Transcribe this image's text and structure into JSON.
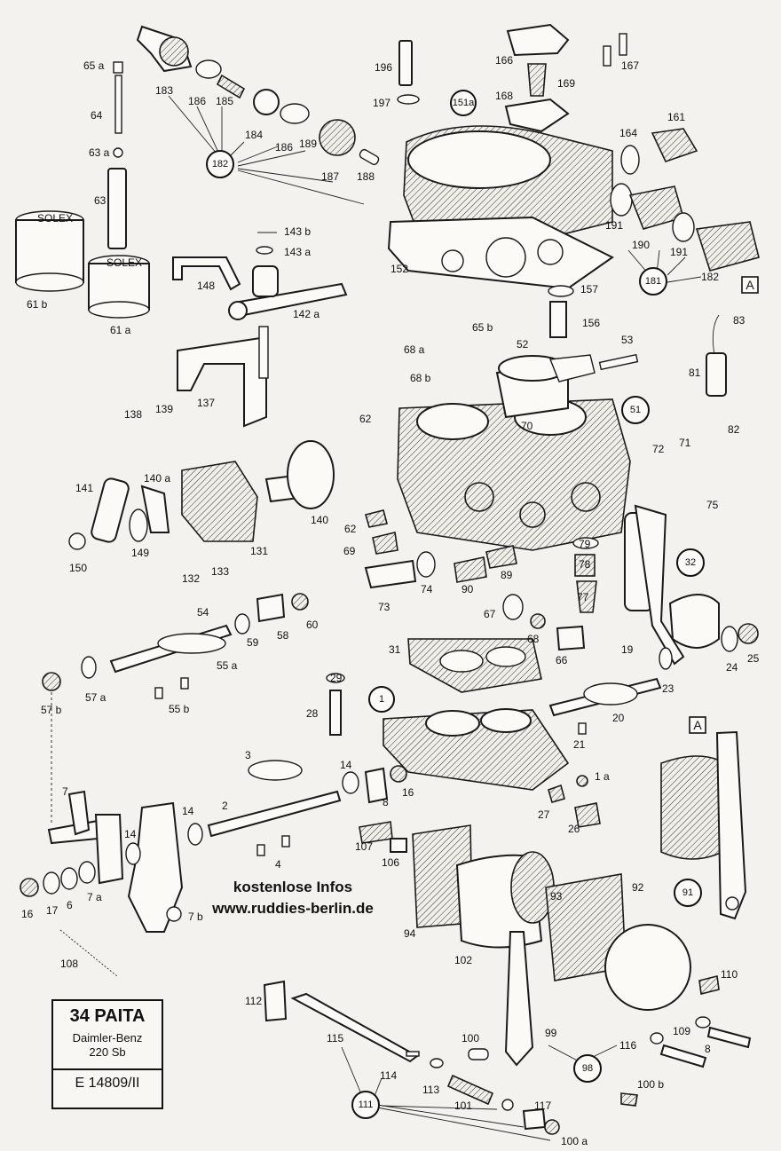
{
  "title_block": {
    "model": "34 PAITA",
    "maker": "Daimler-Benz",
    "variant": "220 Sb",
    "document_no": "E 14809/II"
  },
  "promo": {
    "line1": "kostenlose Infos",
    "line2": "www.ruddies-berlin.de"
  },
  "assembly_letters": [
    "A",
    "A"
  ],
  "brand_marks": [
    "SOLEX",
    "SOLEX"
  ],
  "circled_groups": [
    "151a",
    "182",
    "181",
    "51",
    "32",
    "1",
    "91",
    "98",
    "111"
  ],
  "part_numbers": [
    "65 a",
    "64",
    "63 a",
    "63",
    "61 b",
    "61 a",
    "183",
    "186",
    "185",
    "184",
    "186",
    "189",
    "187",
    "188",
    "143 b",
    "143 a",
    "148",
    "142 a",
    "196",
    "197",
    "166",
    "169",
    "168",
    "167",
    "152",
    "161",
    "164",
    "191",
    "190",
    "191",
    "182",
    "157",
    "137",
    "138",
    "139",
    "68 a",
    "68 b",
    "65 b",
    "52",
    "156",
    "53",
    "83",
    "81",
    "82",
    "62",
    "70",
    "72",
    "71",
    "75",
    "141",
    "140 a",
    "149",
    "150",
    "132",
    "133",
    "131",
    "140",
    "62",
    "69",
    "73",
    "74",
    "90",
    "89",
    "79",
    "78",
    "77",
    "67",
    "68",
    "66",
    "24",
    "25",
    "54",
    "59",
    "58",
    "60",
    "55 a",
    "57 b",
    "57 a",
    "55 b",
    "31",
    "29",
    "28",
    "19",
    "23",
    "20",
    "21",
    "3",
    "14",
    "16",
    "8",
    "1 a",
    "27",
    "26",
    "7",
    "14",
    "14",
    "2",
    "4",
    "107",
    "106",
    "7 a",
    "16",
    "17",
    "6",
    "7 b",
    "108",
    "94",
    "93",
    "92",
    "102",
    "110",
    "109",
    "8",
    "112",
    "115",
    "114",
    "113",
    "101",
    "100",
    "99",
    "116",
    "117",
    "100 a",
    "100 b"
  ]
}
